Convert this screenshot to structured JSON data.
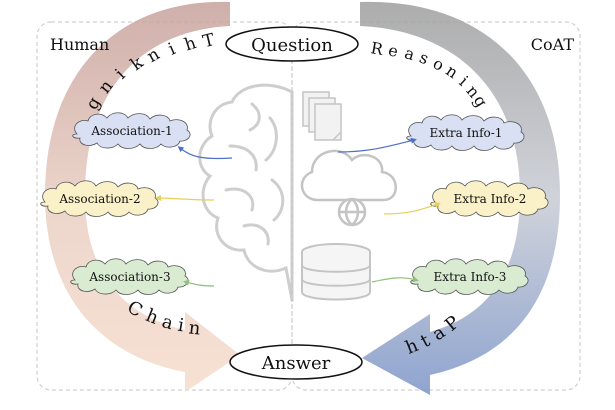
{
  "panels": {
    "left_title": "Human",
    "right_title": "CoAT"
  },
  "nodes": {
    "question": "Question",
    "answer": "Answer"
  },
  "human_side": {
    "arc_top_text": "Thinking",
    "arc_bottom_text": "Chain",
    "associations": [
      "Association-1",
      "Association-2",
      "Association-3"
    ]
  },
  "coat_side": {
    "arc_top_text": "Reasoning",
    "arc_bottom_text": "Path",
    "extra_infos": [
      "Extra Info-1",
      "Extra Info-2",
      "Extra Info-3"
    ]
  },
  "colors": {
    "panel_border": "#cfcfcf",
    "arrow_left_top": "#c9a49f",
    "arrow_left_bottom": "#f3d7c6",
    "arrow_right_top": "#9a9a9a",
    "arrow_right_bottom": "#7f97c9",
    "cloud_blue": "#d9e0f3",
    "cloud_yellow": "#fbf1c8",
    "cloud_green": "#d9ecd2",
    "link_blue": "#4f6fc4",
    "link_yellow": "#e6cf5a",
    "link_green": "#8fbf7a",
    "icon_gray": "#bdbdbd"
  }
}
